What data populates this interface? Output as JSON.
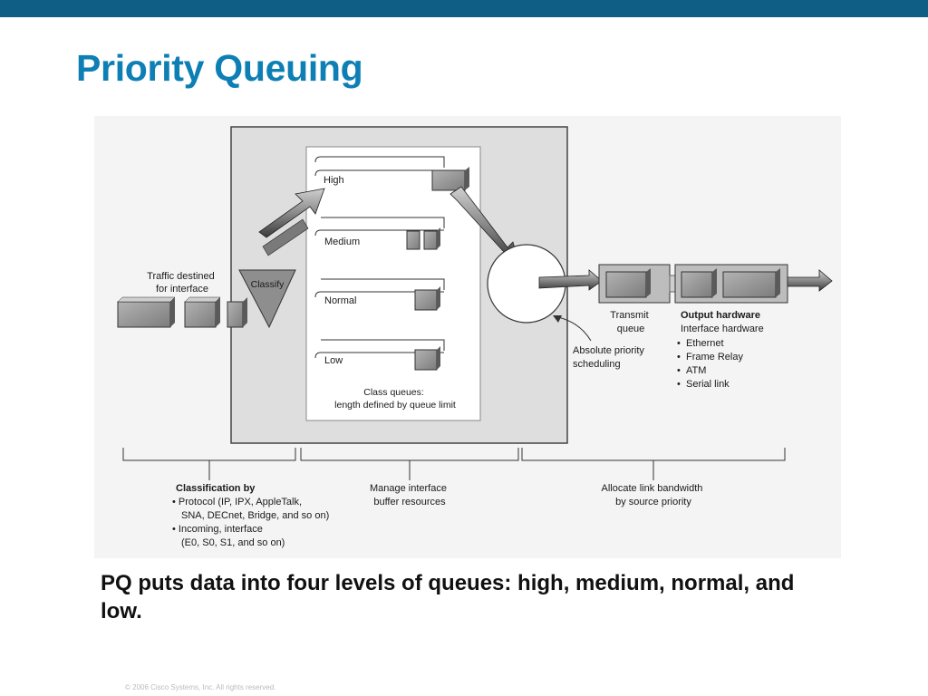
{
  "slide": {
    "title": "Priority Queuing",
    "caption": "PQ puts data into four levels of queues: high, medium, normal, and low.",
    "footer": "© 2006 Cisco Systems, Inc. All rights reserved."
  },
  "diagram": {
    "traffic_label": [
      "Traffic destined",
      "for interface"
    ],
    "classify_label": "Classify",
    "queues": [
      {
        "label": "High"
      },
      {
        "label": "Medium"
      },
      {
        "label": "Normal"
      },
      {
        "label": "Low"
      }
    ],
    "class_queues_label": [
      "Class queues:",
      "length defined by queue limit"
    ],
    "scheduling_label": [
      "Absolute priority",
      "scheduling"
    ],
    "transmit_label": [
      "Transmit",
      "queue"
    ],
    "output_title": "Output hardware",
    "output_subtitle": "Interface hardware",
    "output_items": [
      "Ethernet",
      "Frame Relay",
      "ATM",
      "Serial link"
    ],
    "classification": {
      "title": "Classification by",
      "lines": [
        "• Protocol (IP, IPX, AppleTalk,",
        "SNA, DECnet, Bridge, and so on)",
        "• Incoming, interface",
        "(E0, S0, S1, and so on)"
      ]
    },
    "manage_label": [
      "Manage interface",
      "buffer resources"
    ],
    "allocate_label": [
      "Allocate link bandwidth",
      "by source priority"
    ]
  }
}
